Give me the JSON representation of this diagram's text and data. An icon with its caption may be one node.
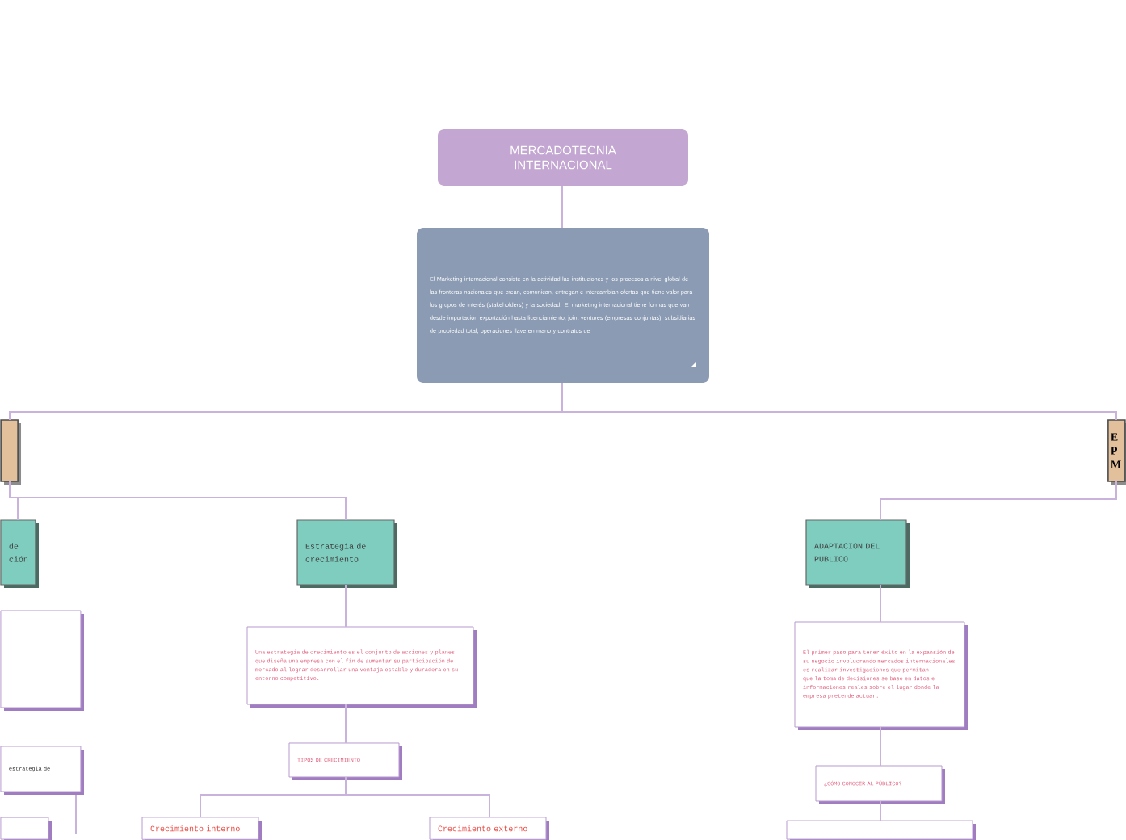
{
  "diagram": {
    "nodes": [
      {
        "text": [
          "MERCADOTECNIA INTERNACIONAL"
        ]
      },
      {
        "text": [
          "El Marketing internacional consiste en la actividad las instituciones y los procesos a nivel global de las fronteras nacionales que crean, comunican, entregan e intercambian ofertas que tiene valor para los grupos de interés (stakeholders) y la sociedad. El marketing internacional tiene formas que van desde importación exportación hasta licenciamiento, joint ventures (empresas conjuntas), subsidiarias de propiedad total, operaciones llave en mano y contratos de"
        ]
      },
      {
        "text": [],
        "shape": "box"
      },
      {
        "text": [
          "E P M"
        ]
      },
      {
        "text": [
          "de ción"
        ]
      },
      {
        "text": [
          "Estrategia de crecimiento"
        ]
      },
      {
        "text": [
          "ADAPTACION DEL PUBLICO"
        ]
      },
      {
        "text": [],
        "shape": "box"
      },
      {
        "text": [
          "estrategia de"
        ]
      },
      {
        "text": [],
        "shape": "box"
      },
      {
        "text": [
          "Una estrategia de crecimiento es el conjunto de acciones y planes que diseña una empresa con el fin de aumentar su participación de mercado al lograr desarrollar una ventaja estable y duradera en su entorno competitivo."
        ]
      },
      {
        "text": [
          "TIPOS DE CRECIMIENTO"
        ]
      },
      {
        "text": [
          "Crecimiento interno"
        ]
      },
      {
        "text": [
          "Crecimiento externo"
        ]
      },
      {
        "text": [
          "El primer paso para tener éxito en la expansión de su negocio involucrando mercados internacionales es realizar investigaciones que permitan que la toma de decisiones se base en datos e informaciones reales sobre el lugar donde la empresa pretende actuar."
        ]
      },
      {
        "text": [
          "¿CÓMO CONOCER AL PÚBLICO?"
        ]
      },
      {
        "text": [],
        "shape": "box"
      }
    ],
    "edges": [
      {
        "from": 0,
        "to": 1,
        "arrow": "none"
      },
      {
        "from": 1,
        "to": 2,
        "arrow": "none"
      },
      {
        "from": 1,
        "to": 3,
        "arrow": "none"
      },
      {
        "from": 2,
        "to": 4,
        "arrow": "none"
      },
      {
        "from": 2,
        "to": 5,
        "arrow": "none"
      },
      {
        "from": 3,
        "to": 6,
        "arrow": "none"
      },
      {
        "from": 8,
        "to": null,
        "arrow": "none"
      },
      {
        "from": 5,
        "to": 10,
        "arrow": "none"
      },
      {
        "from": 10,
        "to": 11,
        "arrow": "none"
      },
      {
        "from": 11,
        "to": 12,
        "arrow": "none"
      },
      {
        "from": 11,
        "to": 13,
        "arrow": "none"
      },
      {
        "from": 6,
        "to": 14,
        "arrow": "none"
      },
      {
        "from": 14,
        "to": 15,
        "arrow": "none"
      },
      {
        "from": 15,
        "to": 16,
        "arrow": "none"
      }
    ]
  }
}
